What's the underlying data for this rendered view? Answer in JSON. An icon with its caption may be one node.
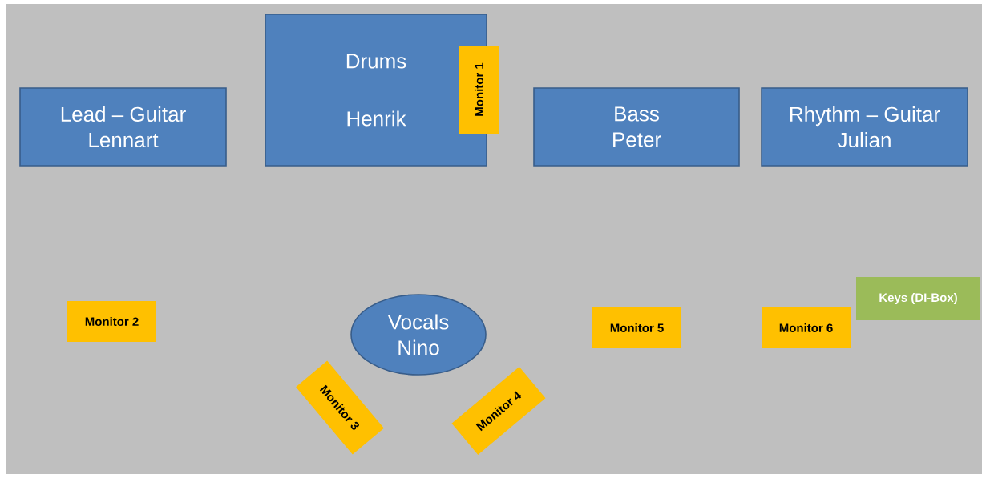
{
  "diagram": {
    "nodes": [
      {
        "text": [
          "Lead – Guitar",
          "Lennart"
        ]
      },
      {
        "text": [
          "Drums",
          "Henrik"
        ]
      },
      {
        "text": [
          "Monitor 1"
        ]
      },
      {
        "text": [
          "Bass",
          "Peter"
        ]
      },
      {
        "text": [
          "Rhythm – Guitar",
          "Julian"
        ]
      },
      {
        "text": [
          "Monitor 2"
        ]
      },
      {
        "text": [
          "Vocals",
          "Nino"
        ]
      },
      {
        "text": [
          "Monitor 3"
        ]
      },
      {
        "text": [
          "Monitor 4"
        ]
      },
      {
        "text": [
          "Monitor 5"
        ]
      },
      {
        "text": [
          "Monitor 6"
        ]
      },
      {
        "text": [
          "Keys (DI-Box)"
        ]
      }
    ]
  }
}
